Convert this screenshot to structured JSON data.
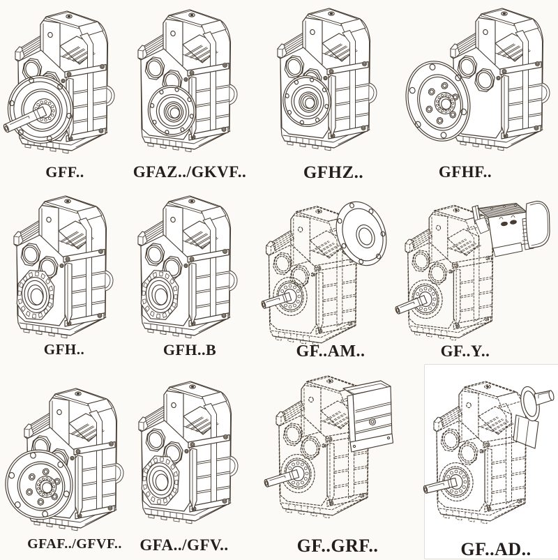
{
  "page": {
    "background": "#fbfaf6",
    "ink": "#463b30",
    "label_color": "#241f1b",
    "inset_box": {
      "fill": "#ffffff",
      "border": "#dfdcd6"
    }
  },
  "catalog": {
    "items": [
      {
        "label": "GFF.."
      },
      {
        "label": "GFAZ../GKVF.."
      },
      {
        "label": "GFHZ.."
      },
      {
        "label": "GFHF.."
      },
      {
        "label": "GFH.."
      },
      {
        "label": "GFH..B"
      },
      {
        "label": "GF..AM.."
      },
      {
        "label": "GF..Y.."
      },
      {
        "label": "GFAF../GFVF.."
      },
      {
        "label": "GFA../GFV.."
      },
      {
        "label": "GF..GRF.."
      },
      {
        "label": "GF..AD.."
      }
    ]
  }
}
